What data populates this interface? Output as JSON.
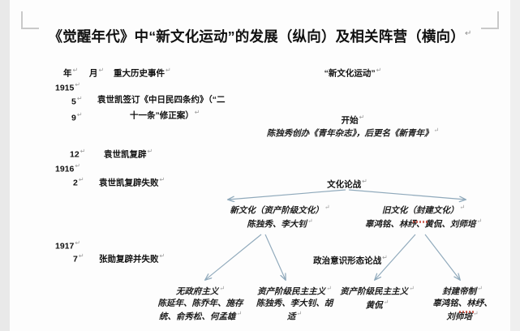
{
  "document": {
    "title": "《觉醒年代》中“新文化运动”的发展（纵向）及相关阵营（横向）",
    "pilcrow": "↵"
  },
  "headers": {
    "year": "年",
    "month": "月",
    "events": "重大历史事件",
    "movement": "“新文化运动”"
  },
  "timeline": {
    "years": [
      {
        "label": "1915"
      },
      {
        "label": "1916"
      },
      {
        "label": "1917"
      }
    ],
    "rows": [
      {
        "month": "5",
        "event_line1": "袁世凯签订《中日民四条约》（“二",
        "event_line2": "十一条”修正案）"
      },
      {
        "month": "9",
        "event_line1": "",
        "event_line2": ""
      },
      {
        "month": "12",
        "event_line1": "袁世凯复辟",
        "event_line2": ""
      },
      {
        "month": "2",
        "event_line1": "袁世凯复辟失败",
        "event_line2": ""
      },
      {
        "month": "7",
        "event_line1": "张勋复辟并失败",
        "event_line2": ""
      }
    ]
  },
  "movement": {
    "start_label": "开始",
    "start_detail": "陈独秀创办《青年杂志》，后更名《新青年》"
  },
  "culture_debate": {
    "title": "文化论战",
    "left": {
      "heading": "新文化（资产阶级文化）",
      "people": "陈独秀、李大钊"
    },
    "right": {
      "heading": "旧文化（封建文化）",
      "people": "辜鸿铭、林纾、黄侃、刘师培"
    }
  },
  "political_debate": {
    "title": "政治意识形态论战",
    "camps": [
      {
        "heading": "无政府主义",
        "people_line1": "陈延年、陈乔年、施存",
        "people_line2": "统、俞秀松、何孟雄"
      },
      {
        "heading": "资产阶级民主主义",
        "people_line1": "陈独秀、李大钊、胡",
        "people_line2": "适"
      },
      {
        "heading": "资产阶级民主主义",
        "people_line1": "黄侃",
        "people_line2": ""
      },
      {
        "heading": "封建帝制",
        "people_line1": "辜鸿铭、林纾、",
        "people_line2": "刘师培"
      }
    ]
  },
  "colors": {
    "arrow": "#8fa9bb",
    "text": "#1b1b1b",
    "corner_mark": "#c9c9c9",
    "underline_mark": "#c0392b"
  }
}
